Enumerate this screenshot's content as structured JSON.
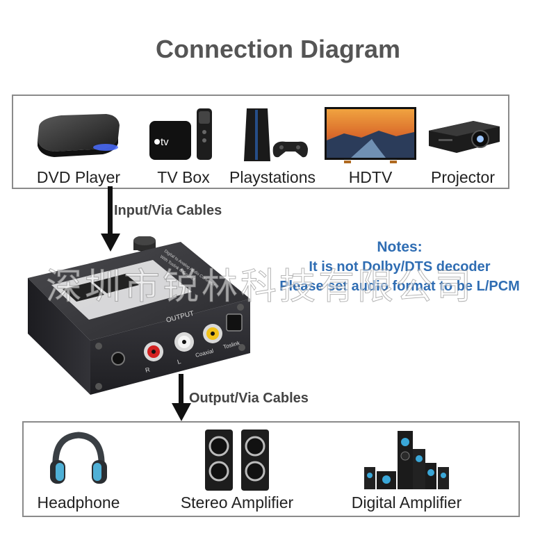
{
  "title": "Connection Diagram",
  "sources": [
    {
      "label": "DVD Player",
      "icon": "dvd-player-icon"
    },
    {
      "label": "TV Box",
      "icon": "tv-box-icon"
    },
    {
      "label": "Playstations",
      "icon": "playstation-icon"
    },
    {
      "label": "HDTV",
      "icon": "hdtv-icon"
    },
    {
      "label": "Projector",
      "icon": "projector-icon"
    }
  ],
  "input_label": "Input/Via Cables",
  "output_label": "Output/Via Cables",
  "notes": {
    "title": "Notes:",
    "line1": "It is not Dolby/DTS decoder",
    "line2": "Please set audio format to be L/PCM"
  },
  "converter": {
    "output_text": "OUTPUT",
    "r": "R",
    "l": "L",
    "coaxial": "Coaxial",
    "toslink": "Toslink",
    "top_line1": "Digital to Analog Audio Converter",
    "top_line2": "With Toslink & Coaxial"
  },
  "outputs": [
    {
      "label": "Headphone",
      "icon": "headphone-icon"
    },
    {
      "label": "Stereo Amplifier",
      "icon": "stereo-speakers-icon"
    },
    {
      "label": "Digital Amplifier",
      "icon": "home-theater-speakers-icon"
    }
  ],
  "watermark": "深圳市锐林科技有限公司",
  "colors": {
    "notes": "#2f6db3",
    "title": "#555555",
    "box_border": "#8a8a8a"
  }
}
